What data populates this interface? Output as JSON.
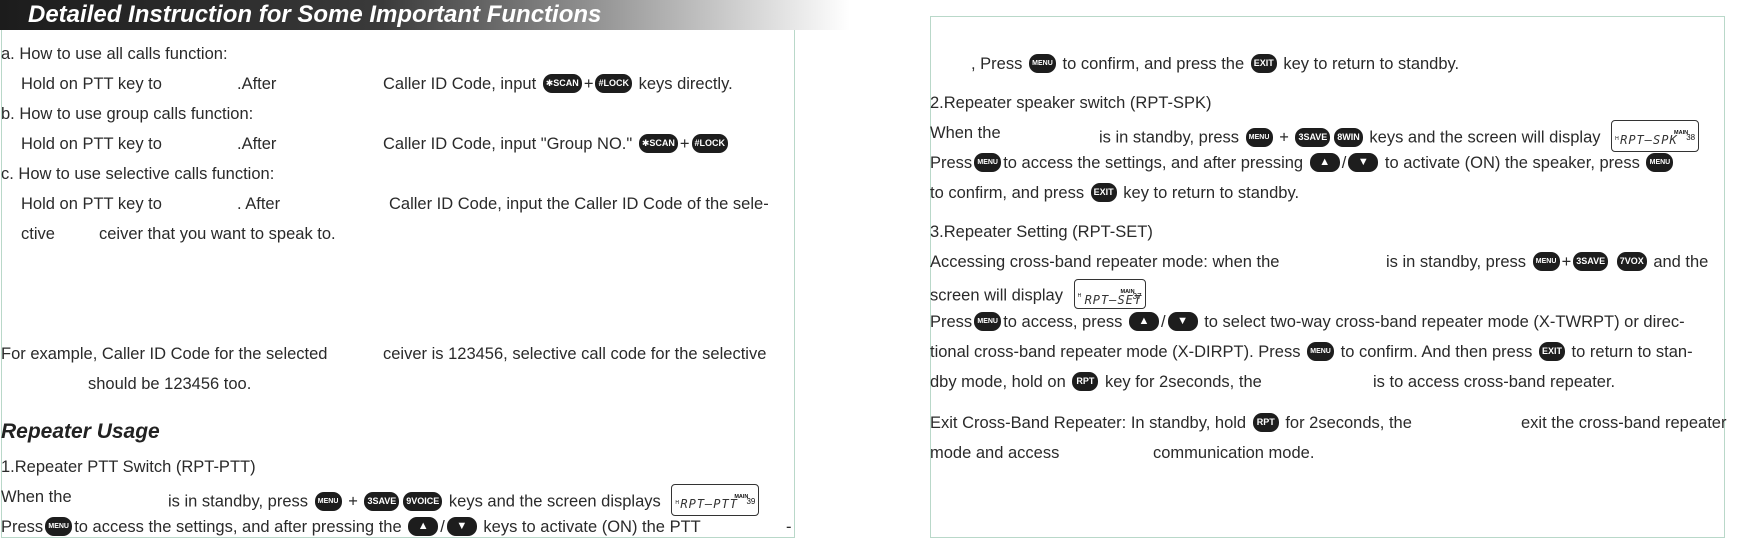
{
  "header": {
    "title": "Detailed Instruction for Some Important Functions"
  },
  "keys": {
    "menu": "MENU",
    "scan": "✱SCAN",
    "lock": "#LOCK",
    "save": "3SAVE",
    "voice": "9VOICE",
    "win": "8WIN",
    "vox": "7VOX",
    "exit": "EXIT",
    "rpt": "RPT",
    "up": "▲",
    "down": "▼"
  },
  "lcd": {
    "main": "MAIN",
    "h": "H",
    "rpt_ptt": {
      "text": "RPT–PTT",
      "num": "39"
    },
    "rpt_spk": {
      "text": "RPT–SPK",
      "num": "38"
    },
    "rpt_set": {
      "text": "RPT–SET",
      "num": "37"
    }
  },
  "left": {
    "a_title": "a. How to use all calls function:",
    "a_1": "Hold on PTT key to",
    "a_2": ".After",
    "a_3": "Caller ID Code, input",
    "a_4": "keys directly.",
    "b_title": "b. How to use group calls function:",
    "b_1": "Hold on PTT key to",
    "b_2": ".After",
    "b_3": "Caller ID Code, input \"Group NO.\"",
    "c_title": "c. How to use selective calls function:",
    "c_1": "Hold on PTT key to",
    "c_2": ". After",
    "c_3": "Caller ID Code, input the Caller ID Code of the sele-",
    "c_4a": "ctive",
    "c_4b": "ceiver that you want to speak to.",
    "ex_1a": "For example, Caller ID Code for the selected",
    "ex_1b": "ceiver is 123456, selective call code for the selective",
    "ex_2": "should be 123456 too.",
    "repeater_heading": "Repeater Usage",
    "r1_title": "1.Repeater PTT Switch (RPT-PTT)",
    "r1_1a": "When the",
    "r1_1b": "is in standby, press",
    "r1_1c": "keys and the screen displays",
    "r1_2a": "Press",
    "r1_2b": "to access the settings, and after pressing the",
    "r1_2c": "keys to activate (ON) the PTT",
    "r1_2d": "-",
    "plus": "+",
    "slash": "/"
  },
  "right": {
    "p1a": ", Press",
    "p1b": "to confirm, and press the",
    "p1c": "key to return to standby.",
    "r2_title": "2.Repeater speaker switch (RPT-SPK)",
    "r2_1a": "When the",
    "r2_1b": "is in standby, press",
    "r2_1c": "keys and the screen will display",
    "r2_2a": "Press",
    "r2_2b": "to access the settings, and after pressing",
    "r2_2c": "to activate (ON) the speaker, press",
    "r2_3a": "to confirm, and press",
    "r2_3b": "key to return to standby.",
    "r3_title": "3.Repeater Setting (RPT-SET)",
    "r3_1a": "Accessing cross-band repeater mode: when the",
    "r3_1b": "is in standby, press",
    "r3_1c": "and the",
    "r3_2a": "screen will display",
    "r3_3a": "Press",
    "r3_3b": "to access, press",
    "r3_3c": "to select two-way cross-band repeater mode (X-TWRPT) or direc-",
    "r3_4a": "tional cross-band repeater mode (X-DIRPT). Press",
    "r3_4b": "to confirm. And then press",
    "r3_4c": "to return to stan-",
    "r3_5a": "dby mode, hold on",
    "r3_5b": "key for 2seconds, the",
    "r3_5c": "is to access cross-band repeater.",
    "exit_1a": "Exit Cross-Band Repeater: In standby, hold",
    "exit_1b": "for 2seconds, the",
    "exit_1c": "exit the cross-band repeater",
    "exit_2a": "mode and access",
    "exit_2b": "communication mode."
  }
}
